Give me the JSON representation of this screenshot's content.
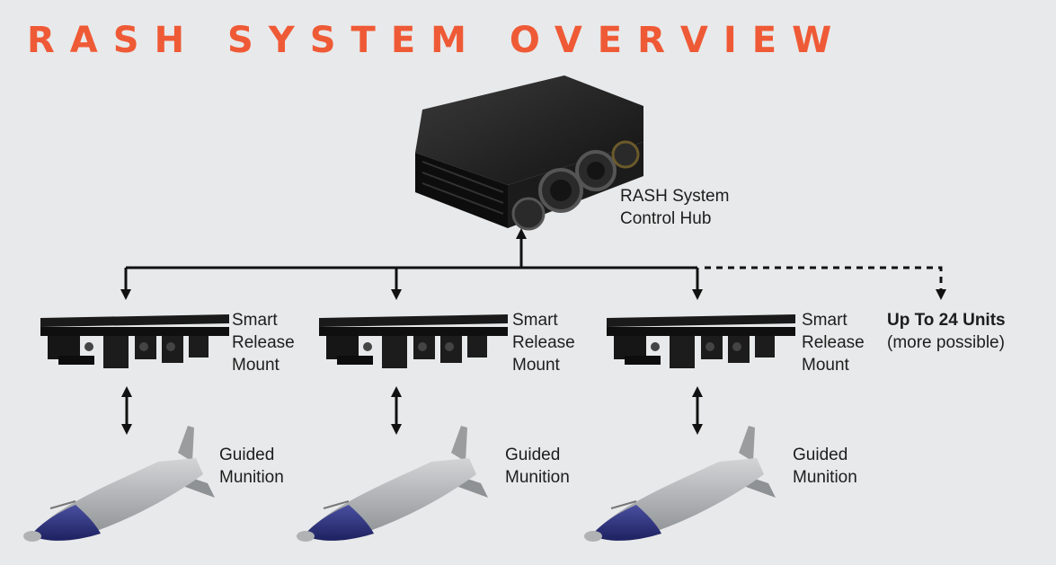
{
  "title": "RASH SYSTEM OVERVIEW",
  "hub": {
    "line1": "RASH System",
    "line2": "Control Hub"
  },
  "mounts": [
    {
      "line1": "Smart",
      "line2": "Release",
      "line3": "Mount"
    },
    {
      "line1": "Smart",
      "line2": "Release",
      "line3": "Mount"
    },
    {
      "line1": "Smart",
      "line2": "Release",
      "line3": "Mount"
    }
  ],
  "munitions": [
    {
      "line1": "Guided",
      "line2": "Munition"
    },
    {
      "line1": "Guided",
      "line2": "Munition"
    },
    {
      "line1": "Guided",
      "line2": "Munition"
    }
  ],
  "units": {
    "line1": "Up To 24 Units",
    "line2": "(more possible)"
  },
  "colors": {
    "accent": "#ef5a36",
    "background": "#e8e9ea",
    "line": "#111111",
    "munition_body": "#b9bbbd",
    "munition_nose": "#2e3377"
  }
}
